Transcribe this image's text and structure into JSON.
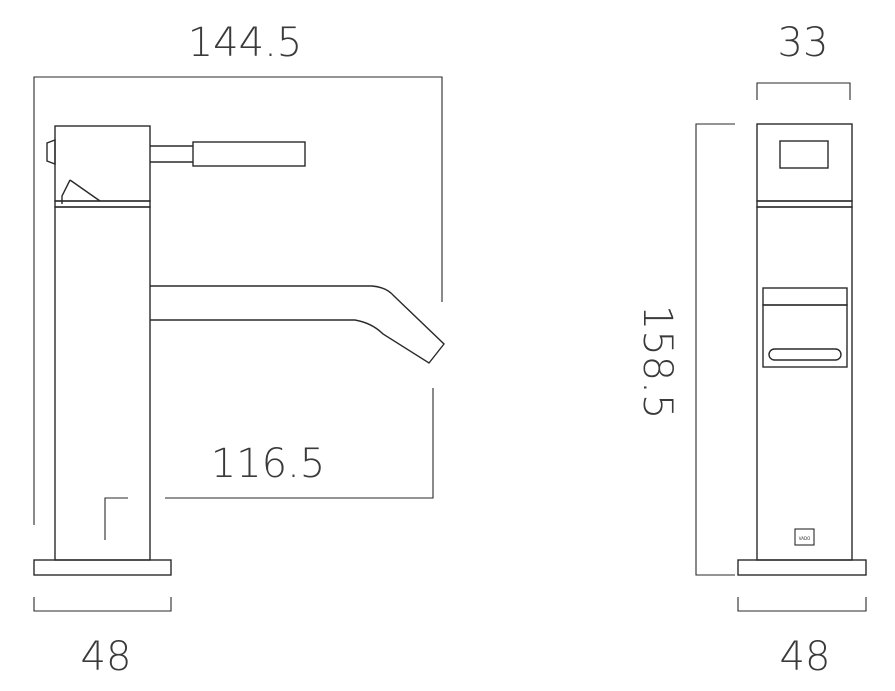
{
  "dimensions": {
    "overall_width": "144.5",
    "spout_reach": "116.5",
    "base_width_side": "48",
    "body_depth": "33",
    "overall_height": "158.5",
    "base_width_front": "48"
  },
  "logo": {
    "text": "VADO"
  },
  "colors": {
    "line": "#2a2a2a",
    "text": "#3a3a3a",
    "background": "#ffffff"
  }
}
